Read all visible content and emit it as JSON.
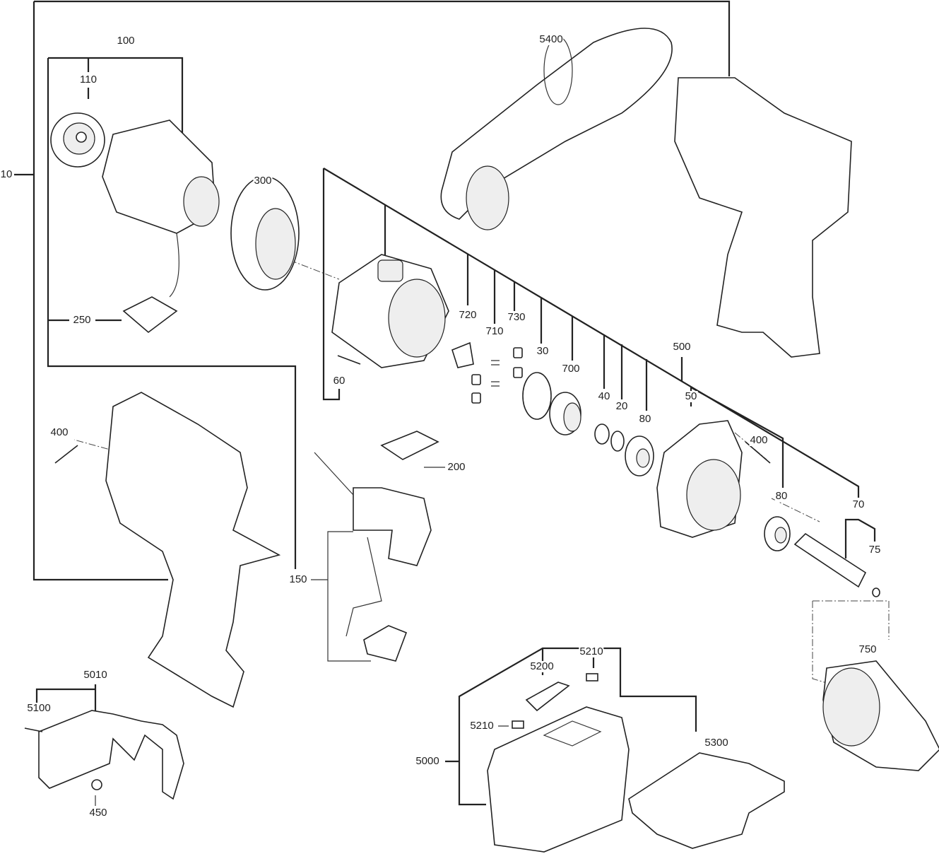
{
  "diagram": {
    "type": "exploded-parts-view",
    "labels": {
      "p10": "10",
      "p100": "100",
      "p110": "110",
      "p300": "300",
      "p250": "250",
      "p5400": "5400",
      "p720": "720",
      "p710": "710",
      "p730": "730",
      "p30": "30",
      "p700": "700",
      "p40": "40",
      "p20": "20",
      "p80a": "80",
      "p500": "500",
      "p50": "50",
      "p400a": "400",
      "p80b": "80",
      "p70": "70",
      "p75": "75",
      "p60": "60",
      "p400b": "400",
      "p200": "200",
      "p150": "150",
      "p750": "750",
      "p5010": "5010",
      "p5100": "5100",
      "p450": "450",
      "p5200": "5200",
      "p5210a": "5210",
      "p5210b": "5210",
      "p5000": "5000",
      "p5300": "5300"
    }
  }
}
